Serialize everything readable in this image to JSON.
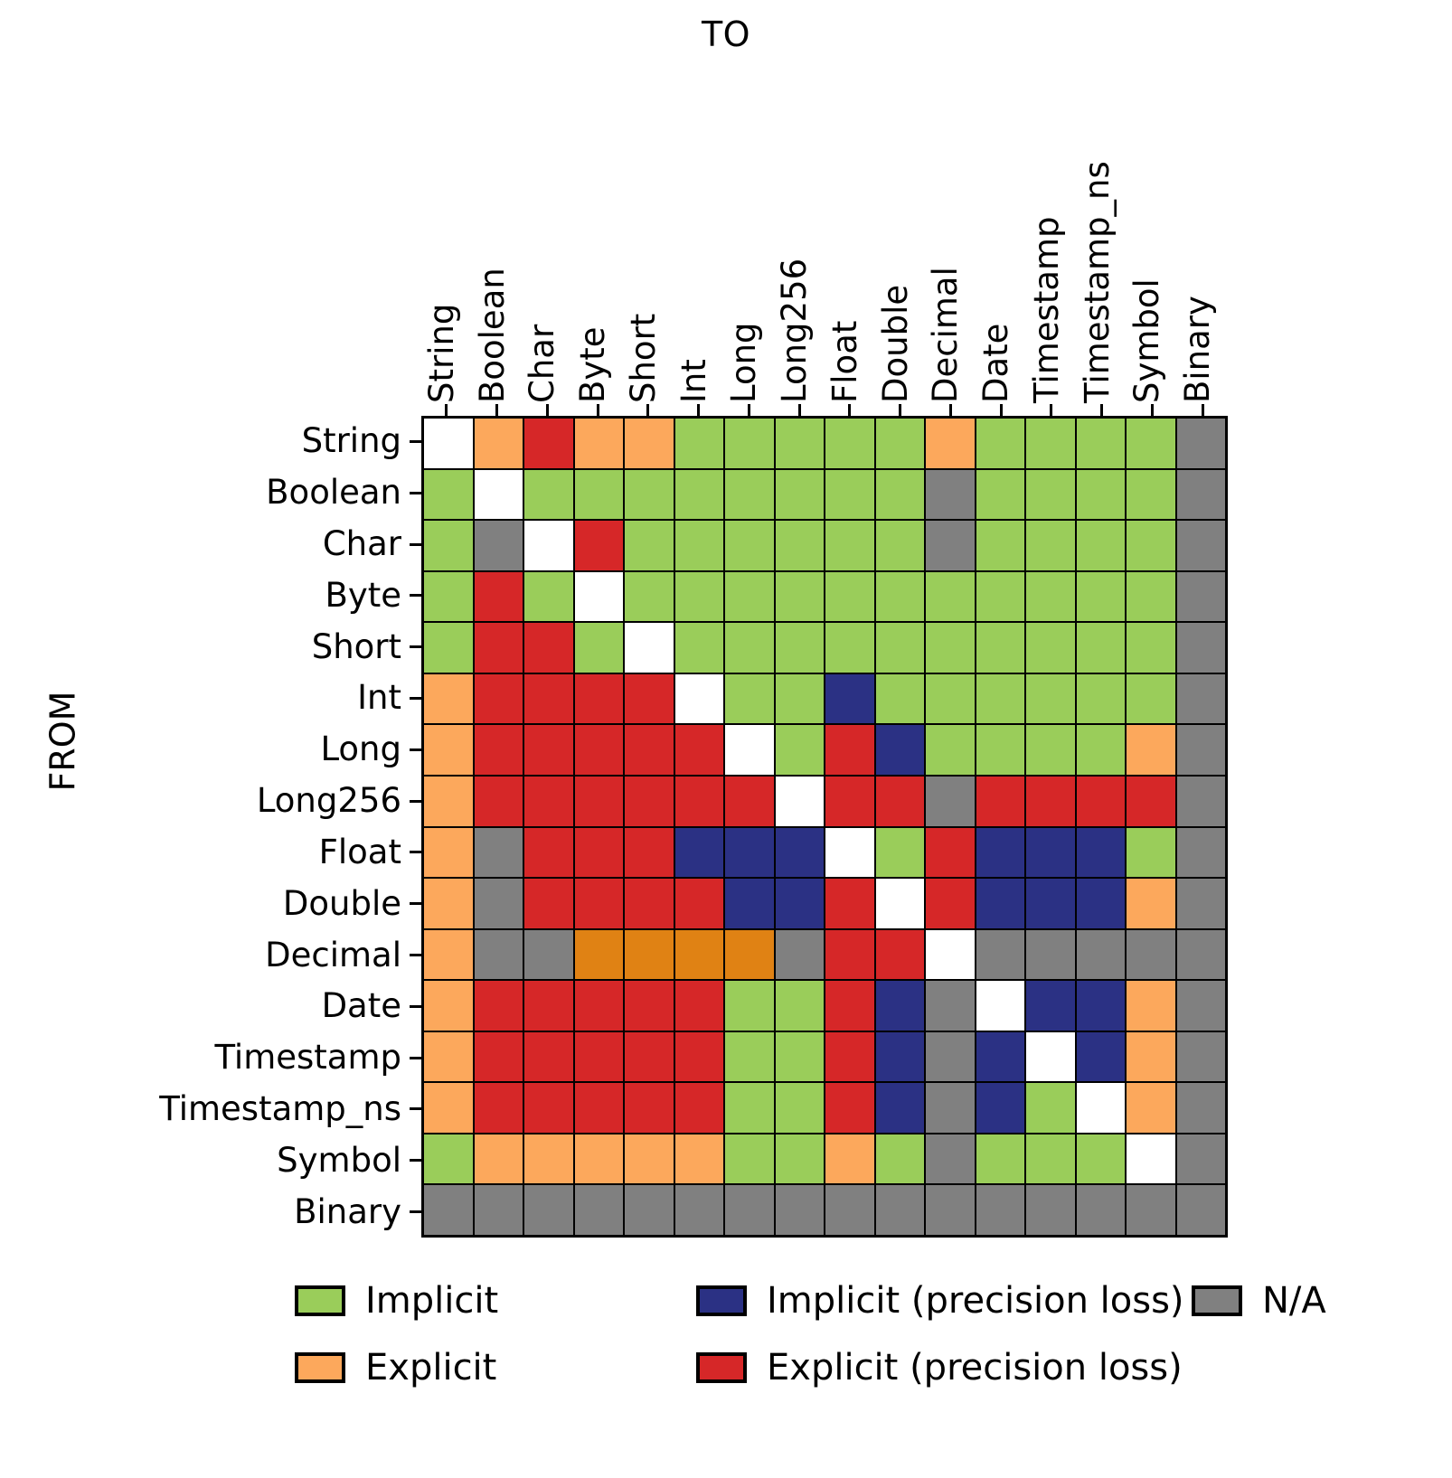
{
  "axis_titles": {
    "top": "TO",
    "left": "FROM"
  },
  "legend": {
    "entries": [
      {
        "label": "Implicit",
        "color": "#9ACD5A",
        "key": "implicit"
      },
      {
        "label": "Explicit",
        "color": "#FCA85C",
        "key": "explicit"
      },
      {
        "label": "Implicit (precision loss)",
        "color": "#2B3184",
        "key": "implicit_loss"
      },
      {
        "label": "Explicit (precision loss)",
        "color": "#D62728",
        "key": "explicit_loss"
      },
      {
        "label": "N/A",
        "color": "#808080",
        "key": "na"
      }
    ]
  },
  "colors": {
    "implicit": "#9ACD5A",
    "explicit": "#FCA85C",
    "implicit_loss": "#2B3184",
    "explicit_loss": "#D62728",
    "na": "#808080",
    "explicit_dark": "#E08214",
    "self": "#FFFFFF",
    "grid_line": "#000000",
    "background": "#FFFFFF"
  },
  "chart_data": {
    "type": "heatmap",
    "title": "",
    "xlabel": "TO",
    "ylabel": "FROM",
    "grid": true,
    "legend_position": "bottom",
    "categories_x": [
      "String",
      "Boolean",
      "Char",
      "Byte",
      "Short",
      "Int",
      "Long",
      "Long256",
      "Float",
      "Double",
      "Decimal",
      "Date",
      "Timestamp",
      "Timestamp_ns",
      "Symbol",
      "Binary"
    ],
    "categories_y": [
      "String",
      "Boolean",
      "Char",
      "Byte",
      "Short",
      "Int",
      "Long",
      "Long256",
      "Float",
      "Double",
      "Decimal",
      "Date",
      "Timestamp",
      "Timestamp_ns",
      "Symbol",
      "Binary"
    ],
    "value_legend": {
      "self": "same type (diagonal)",
      "implicit": "Implicit",
      "explicit": "Explicit",
      "implicit_loss": "Implicit (precision loss)",
      "explicit_loss": "Explicit (precision loss)",
      "explicit_dark": "Explicit",
      "na": "N/A"
    },
    "matrix": [
      [
        "self",
        "explicit",
        "explicit_loss",
        "explicit",
        "explicit",
        "implicit",
        "implicit",
        "implicit",
        "implicit",
        "implicit",
        "explicit",
        "implicit",
        "implicit",
        "implicit",
        "implicit",
        "na"
      ],
      [
        "implicit",
        "self",
        "implicit",
        "implicit",
        "implicit",
        "implicit",
        "implicit",
        "implicit",
        "implicit",
        "implicit",
        "na",
        "implicit",
        "implicit",
        "implicit",
        "implicit",
        "na"
      ],
      [
        "implicit",
        "na",
        "self",
        "explicit_loss",
        "implicit",
        "implicit",
        "implicit",
        "implicit",
        "implicit",
        "implicit",
        "na",
        "implicit",
        "implicit",
        "implicit",
        "implicit",
        "na"
      ],
      [
        "implicit",
        "explicit_loss",
        "implicit",
        "self",
        "implicit",
        "implicit",
        "implicit",
        "implicit",
        "implicit",
        "implicit",
        "implicit",
        "implicit",
        "implicit",
        "implicit",
        "implicit",
        "na"
      ],
      [
        "implicit",
        "explicit_loss",
        "explicit_loss",
        "implicit",
        "self",
        "implicit",
        "implicit",
        "implicit",
        "implicit",
        "implicit",
        "implicit",
        "implicit",
        "implicit",
        "implicit",
        "implicit",
        "na"
      ],
      [
        "explicit",
        "explicit_loss",
        "explicit_loss",
        "explicit_loss",
        "explicit_loss",
        "self",
        "implicit",
        "implicit",
        "implicit_loss",
        "implicit",
        "implicit",
        "implicit",
        "implicit",
        "implicit",
        "implicit",
        "na"
      ],
      [
        "explicit",
        "explicit_loss",
        "explicit_loss",
        "explicit_loss",
        "explicit_loss",
        "explicit_loss",
        "self",
        "implicit",
        "explicit_loss",
        "implicit_loss",
        "implicit",
        "implicit",
        "implicit",
        "implicit",
        "explicit",
        "na"
      ],
      [
        "explicit",
        "explicit_loss",
        "explicit_loss",
        "explicit_loss",
        "explicit_loss",
        "explicit_loss",
        "explicit_loss",
        "self",
        "explicit_loss",
        "explicit_loss",
        "na",
        "explicit_loss",
        "explicit_loss",
        "explicit_loss",
        "explicit_loss",
        "na"
      ],
      [
        "explicit",
        "na",
        "explicit_loss",
        "explicit_loss",
        "explicit_loss",
        "implicit_loss",
        "implicit_loss",
        "implicit_loss",
        "self",
        "implicit",
        "explicit_loss",
        "implicit_loss",
        "implicit_loss",
        "implicit_loss",
        "implicit",
        "na"
      ],
      [
        "explicit",
        "na",
        "explicit_loss",
        "explicit_loss",
        "explicit_loss",
        "explicit_loss",
        "implicit_loss",
        "implicit_loss",
        "explicit_loss",
        "self",
        "explicit_loss",
        "implicit_loss",
        "implicit_loss",
        "implicit_loss",
        "explicit",
        "na"
      ],
      [
        "explicit",
        "na",
        "na",
        "explicit_dark",
        "explicit_dark",
        "explicit_dark",
        "explicit_dark",
        "na",
        "explicit_loss",
        "explicit_loss",
        "self",
        "na",
        "na",
        "na",
        "na",
        "na"
      ],
      [
        "explicit",
        "explicit_loss",
        "explicit_loss",
        "explicit_loss",
        "explicit_loss",
        "explicit_loss",
        "implicit",
        "implicit",
        "explicit_loss",
        "implicit_loss",
        "na",
        "self",
        "implicit_loss",
        "implicit_loss",
        "explicit",
        "na"
      ],
      [
        "explicit",
        "explicit_loss",
        "explicit_loss",
        "explicit_loss",
        "explicit_loss",
        "explicit_loss",
        "implicit",
        "implicit",
        "explicit_loss",
        "implicit_loss",
        "na",
        "implicit_loss",
        "self",
        "implicit_loss",
        "explicit",
        "na"
      ],
      [
        "explicit",
        "explicit_loss",
        "explicit_loss",
        "explicit_loss",
        "explicit_loss",
        "explicit_loss",
        "implicit",
        "implicit",
        "explicit_loss",
        "implicit_loss",
        "na",
        "implicit_loss",
        "implicit",
        "self",
        "explicit",
        "na"
      ],
      [
        "implicit",
        "explicit",
        "explicit",
        "explicit",
        "explicit",
        "explicit",
        "implicit",
        "implicit",
        "explicit",
        "implicit",
        "na",
        "implicit",
        "implicit",
        "implicit",
        "self",
        "na"
      ],
      [
        "na",
        "na",
        "na",
        "na",
        "na",
        "na",
        "na",
        "na",
        "na",
        "na",
        "na",
        "na",
        "na",
        "na",
        "na",
        "na"
      ]
    ]
  }
}
